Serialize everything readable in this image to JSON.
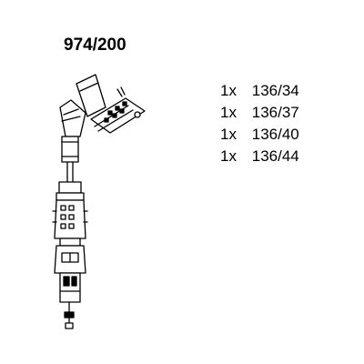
{
  "title": "974/200",
  "parts": [
    {
      "qty": "1x",
      "code": "136/34"
    },
    {
      "qty": "1x",
      "code": "136/37"
    },
    {
      "qty": "1x",
      "code": "136/40"
    },
    {
      "qty": "1x",
      "code": "136/44"
    }
  ]
}
